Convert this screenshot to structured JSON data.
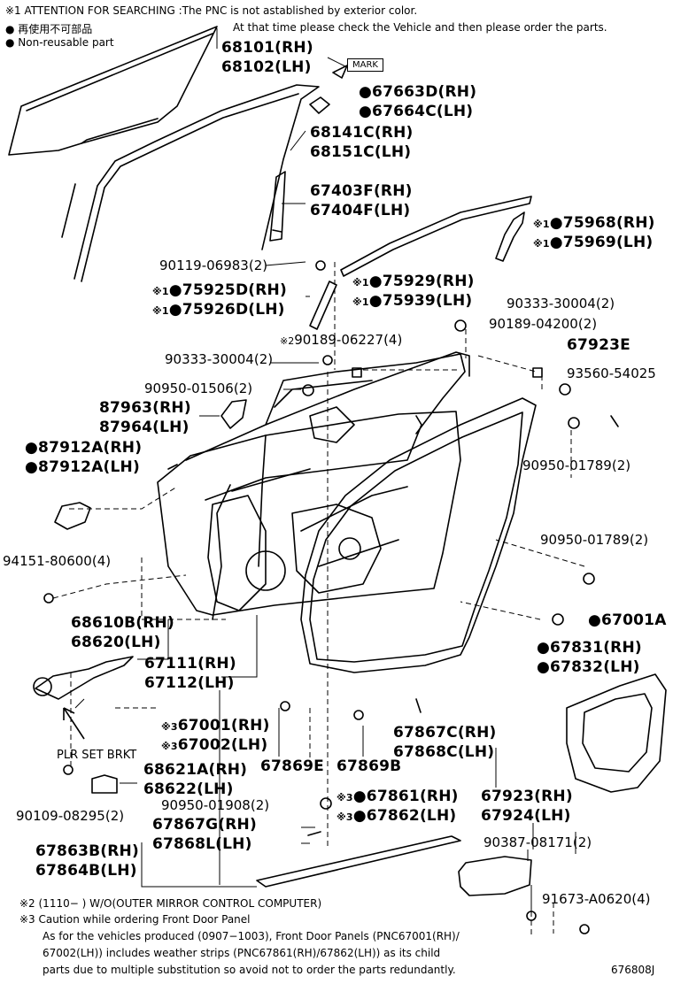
{
  "header": {
    "attention": "※1 ATTENTION FOR SEARCHING :The PNC is not astablished by exterior color.",
    "attention_line2": "At that time please check the Vehicle and then please order the parts.",
    "legend_reusable": "再使用不可部品",
    "legend_nonreusable": "Non-reusable part"
  },
  "mark_box": "MARK",
  "labels": {
    "p68101": "68101(RH)",
    "p68102": "68102(LH)",
    "p67663": "67663D(RH)",
    "p67664": "67664C(LH)",
    "p68141": "68141C(RH)",
    "p68151": "68151C(LH)",
    "p67403": "67403F(RH)",
    "p67404": "67404F(LH)",
    "p75968": "75968(RH)",
    "p75969": "75969(LH)",
    "p90119": "90119-06983(2)",
    "p75929": "75929(RH)",
    "p75939": "75939(LH)",
    "p75925": "75925D(RH)",
    "p75926": "75926D(LH)",
    "p90333a": "90333-30004(2)",
    "p90189a": "90189-04200(2)",
    "p90189b": "90189-06227(4)",
    "p67923e": "67923E",
    "p90333b": "90333-30004(2)",
    "p93560": "93560-54025",
    "p90950a": "90950-01506(2)",
    "p87963": "87963(RH)",
    "p87964": "87964(LH)",
    "p87912rh": "87912A(RH)",
    "p87912lh": "87912A(LH)",
    "p90950b": "90950-01789(2)",
    "p90950c": "90950-01789(2)",
    "p94151": "94151-80600(4)",
    "p68610": "68610B(RH)",
    "p68620": "68620(LH)",
    "p67001a": "67001A",
    "p67111": "67111(RH)",
    "p67112": "67112(LH)",
    "p67831": "67831(RH)",
    "p67832": "67832(LH)",
    "p67001": "67001(RH)",
    "p67002": "67002(LH)",
    "p67867c": "67867C(RH)",
    "p67868c": "67868C(LH)",
    "plr": "PLR SET BRKT",
    "p67869e": "67869E",
    "p67869b": "67869B",
    "p68621": "68621A(RH)",
    "p68622": "68622(LH)",
    "p67861": "67861(RH)",
    "p67862": "67862(LH)",
    "p67923": "67923(RH)",
    "p67924": "67924(LH)",
    "p90109": "90109-08295(2)",
    "p90950d": "90950-01908(2)",
    "p67867g": "67867G(RH)",
    "p67868l": "67868L(LH)",
    "p90387": "90387-08171(2)",
    "p67863": "67863B(RH)",
    "p67864": "67864B(LH)",
    "p91673": "91673-A0620(4)"
  },
  "notes": {
    "n2": "※2 (1110−        ) W/O(OUTER MIRROR CONTROL COMPUTER)",
    "n3": "※3 Caution while ordering Front Door Panel",
    "n3a": "As for the vehicles produced (0907−1003), Front Door Panels (PNC67001(RH)/",
    "n3b": "67002(LH)) includes weather strips (PNC67861(RH)/67862(LH)) as its child",
    "n3c": "parts due to multiple substitution so avoid not to order the parts redundantly."
  },
  "figure_id": "676808J"
}
